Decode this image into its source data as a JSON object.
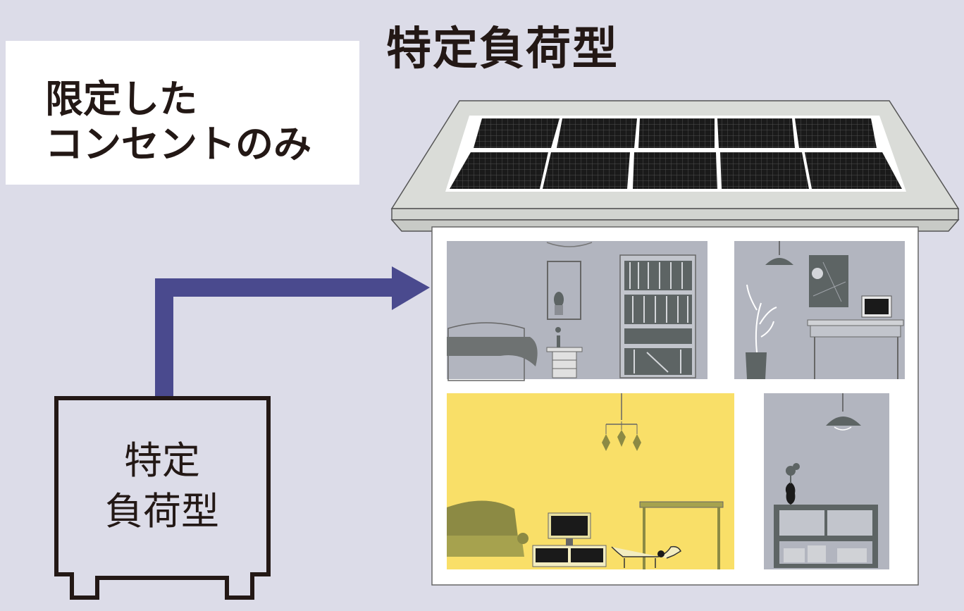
{
  "title": "特定負荷型",
  "note": {
    "line1": "限定した",
    "line2": "コンセントのみ"
  },
  "device": {
    "line1": "特定",
    "line2": "負荷型"
  },
  "colors": {
    "background": "#dcdce8",
    "arrow": "#4a4a8e",
    "text": "#231815",
    "room_gray": "#b2b5bf",
    "room_lit": "#f9df68",
    "roof": "#dadcd8",
    "solar_panel": "#1a1a1a"
  },
  "house": {
    "lit_room": "living-room",
    "rooms": [
      "bedroom",
      "study",
      "living-room",
      "kitchen"
    ]
  }
}
